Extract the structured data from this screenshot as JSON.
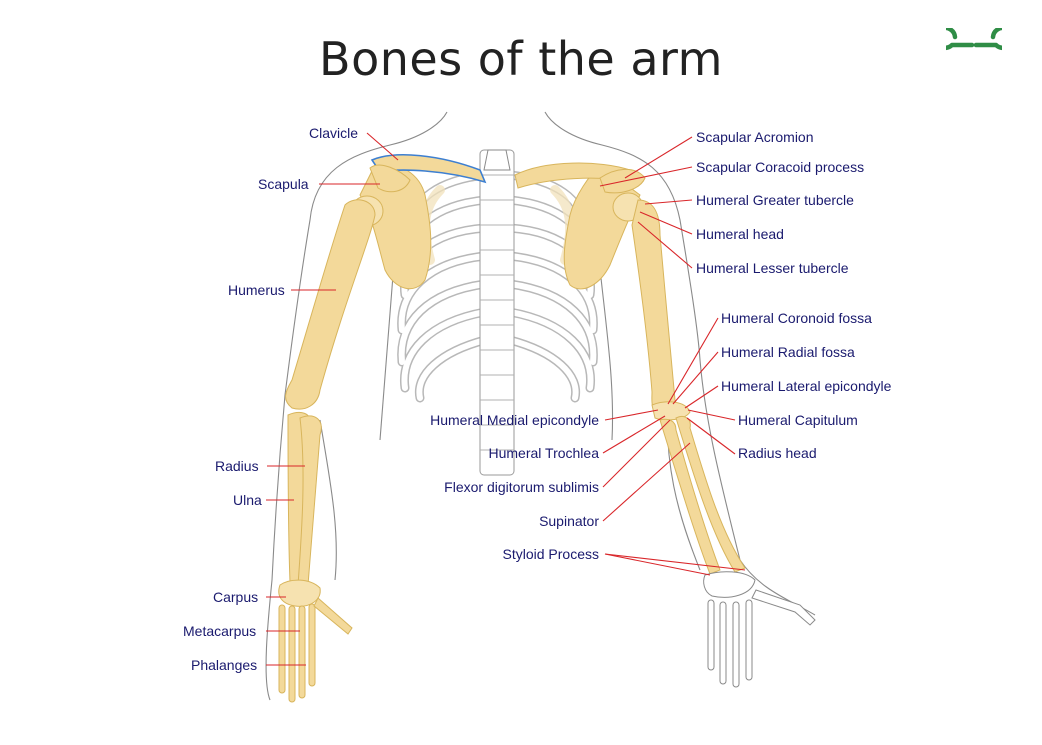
{
  "title": "Bones of the arm",
  "logo": {
    "name": "geeksforgeeks-logo",
    "color": "#2f8d46"
  },
  "colors": {
    "label": "#1a1a6e",
    "leader": "#d9262a",
    "bone": "#f3d99a",
    "outline": "#8a8a8a"
  },
  "labels": {
    "clavicle": "Clavicle",
    "scapula": "Scapula",
    "humerus": "Humerus",
    "radius": "Radius",
    "ulna": "Ulna",
    "carpus": "Carpus",
    "metacarpus": "Metacarpus",
    "phalanges": "Phalanges",
    "scapular_acromion": "Scapular Acromion",
    "scapular_coracoid": "Scapular Coracoid process",
    "humeral_greater_tubercle": "Humeral Greater tubercle",
    "humeral_head": "Humeral head",
    "humeral_lesser_tubercle": "Humeral Lesser tubercle",
    "humeral_coronoid_fossa": "Humeral Coronoid fossa",
    "humeral_radial_fossa": "Humeral Radial fossa",
    "humeral_lateral_epicondyle": "Humeral Lateral epicondyle",
    "humeral_medial_epicondyle": "Humeral Medial epicondyle",
    "humeral_capitulum": "Humeral Capitulum",
    "humeral_trochlea": "Humeral Trochlea",
    "radius_head": "Radius head",
    "flexor_digitorum": "Flexor digitorum sublimis",
    "supinator": "Supinator",
    "styloid_process": "Styloid Process"
  }
}
